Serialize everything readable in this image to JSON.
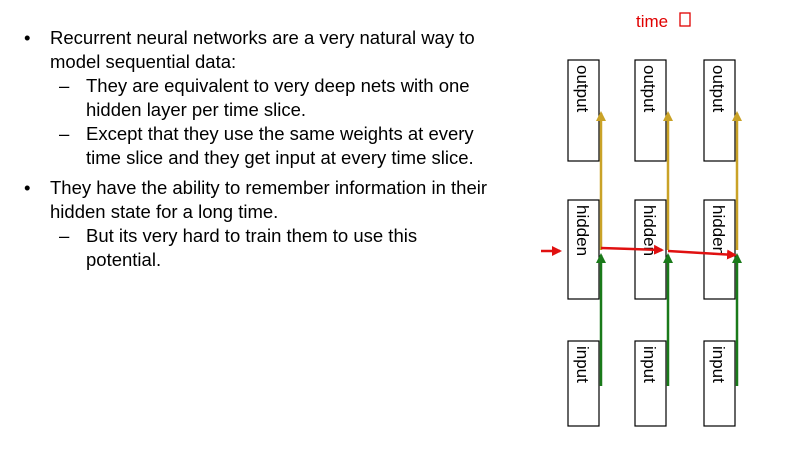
{
  "slide": {
    "bullets": [
      {
        "text": "Recurrent neural networks are a very natural way to model sequential data:",
        "subs": [
          "They are equivalent to very deep nets with one hidden layer per time slice.",
          "Except that they use the same weights at every time slice and they get input at every time slice."
        ]
      },
      {
        "text": "They have the ability to remember information in their hidden state for a long time.",
        "subs": [
          "But its very hard to train them to use this potential."
        ]
      }
    ],
    "bullet_symbol": "•",
    "sub_symbol": "–"
  },
  "diagram": {
    "time_label": "time",
    "time_icon": "arrow-right-icon",
    "columns": [
      {
        "output": "output",
        "hidden": "hidden",
        "input": "input"
      },
      {
        "output": "output",
        "hidden": "hidden",
        "input": "input"
      },
      {
        "output": "output",
        "hidden": "hidden",
        "input": "input"
      }
    ],
    "colors": {
      "box_stroke": "#000000",
      "output_arrow": "#c9a227",
      "input_arrow": "#1a7a1a",
      "recurrent_arrow": "#e01010"
    }
  }
}
